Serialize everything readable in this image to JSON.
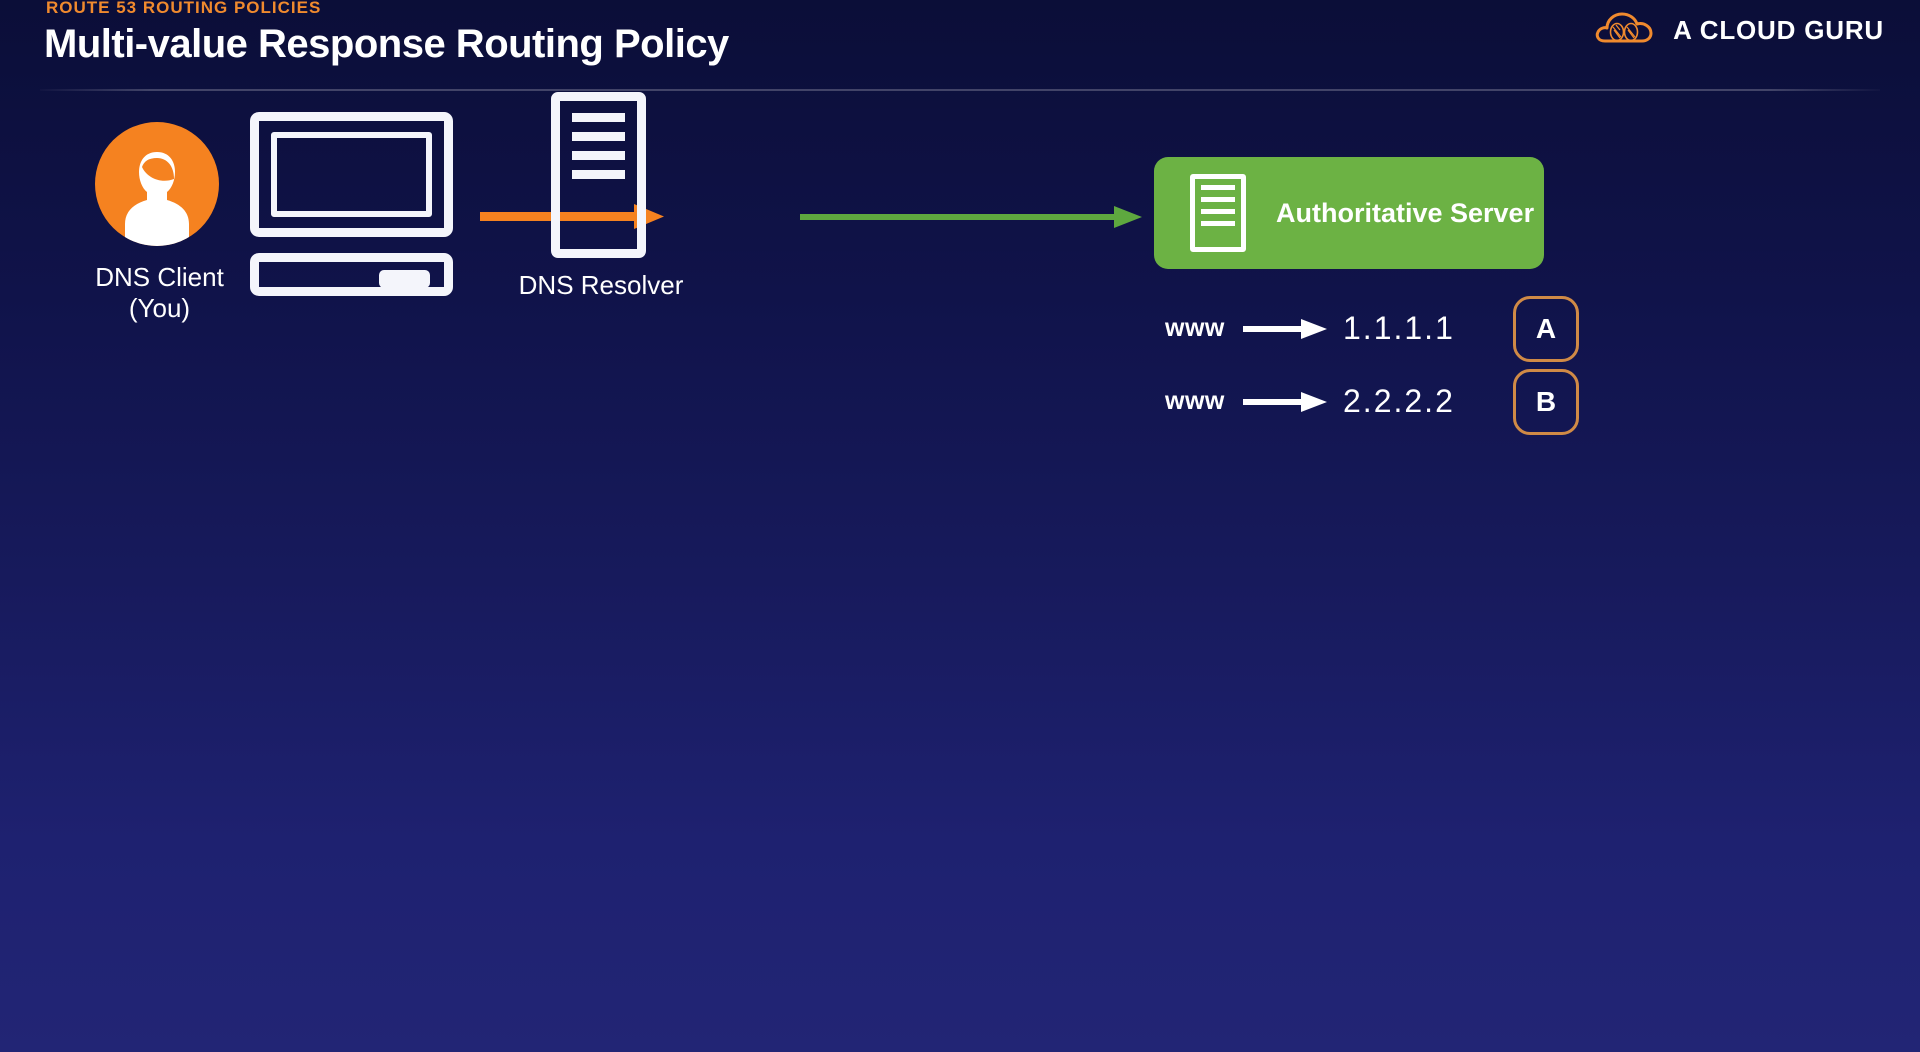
{
  "header": {
    "eyebrow": "ROUTE 53 ROUTING POLICIES",
    "title": "Multi-value Response Routing Policy",
    "brand_name": "A CLOUD GURU",
    "brand_logo_icon": "cloud-guru-logo-icon"
  },
  "diagram": {
    "client": {
      "label_line1": "DNS Client",
      "label_line2": "(You)",
      "avatar_icon": "user-avatar-icon",
      "computer_icon": "desktop-computer-icon"
    },
    "resolver": {
      "label": "DNS Resolver",
      "icon": "server-rack-icon"
    },
    "authoritative": {
      "label": "Authoritative Server",
      "icon": "server-rack-icon"
    },
    "arrows": {
      "query_arrow": "arrow-right-orange",
      "response_arrow": "arrow-right-green"
    },
    "records": [
      {
        "host": "www",
        "arrow_icon": "arrow-right-white",
        "ip": "1.1.1.1",
        "badge": "A"
      },
      {
        "host": "www",
        "arrow_icon": "arrow-right-white",
        "ip": "2.2.2.2",
        "badge": "B"
      }
    ]
  },
  "colors": {
    "accent_orange": "#f08a2e",
    "avatar_orange": "#f58220",
    "server_green": "#6cb244",
    "arrow_green": "#5ea83f",
    "badge_border": "#d08a46",
    "background_top": "#0b0e38",
    "background_bottom": "#222575",
    "text_white": "#ffffff"
  }
}
